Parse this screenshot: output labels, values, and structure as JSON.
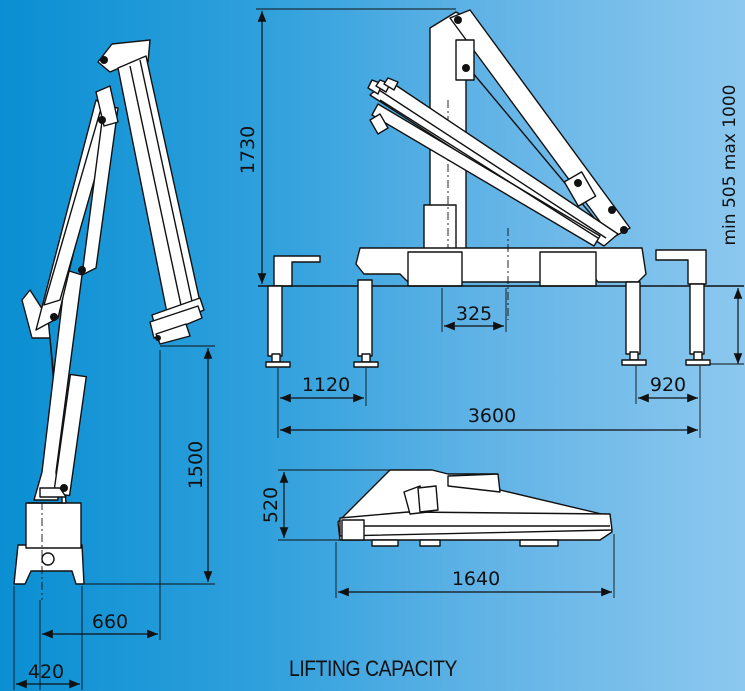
{
  "dimensions": {
    "height_folded_side": "1500",
    "width_660": "660",
    "width_420": "420",
    "height_1730": "1730",
    "stabilizer_range": "min 505 max 1000",
    "offset_325": "325",
    "leg_1120": "1120",
    "leg_920": "920",
    "span_3600": "3600",
    "transport_height": "520",
    "transport_length": "1640"
  },
  "caption": "LIFTING CAPACITY",
  "colors": {
    "background_left": "#0a8fd2",
    "background_right": "#8cc8ef",
    "drawing_fill": "#ffffff",
    "drawing_line": "#111111"
  }
}
